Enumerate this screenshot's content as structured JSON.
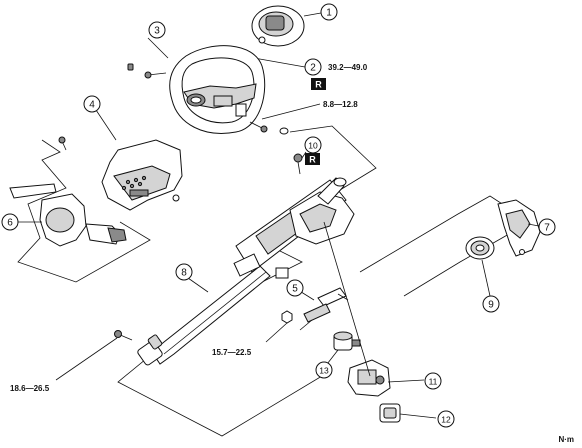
{
  "callouts": [
    {
      "id": "c1",
      "number": "1"
    },
    {
      "id": "c2",
      "number": "2"
    },
    {
      "id": "c3",
      "number": "3"
    },
    {
      "id": "c4",
      "number": "4"
    },
    {
      "id": "c5",
      "number": "5"
    },
    {
      "id": "c6",
      "number": "6"
    },
    {
      "id": "c7",
      "number": "7"
    },
    {
      "id": "c8",
      "number": "8"
    },
    {
      "id": "c9",
      "number": "9"
    },
    {
      "id": "c10",
      "number": "10"
    },
    {
      "id": "c11",
      "number": "11"
    },
    {
      "id": "c12",
      "number": "12"
    },
    {
      "id": "c13",
      "number": "13"
    }
  ],
  "torques": {
    "nut_steering_wheel": "39.2—49.0",
    "screw_airbag": "8.8—12.8",
    "bolt_column_mount": "15.7—22.5",
    "bolt_universal_joint": "18.6—26.5"
  },
  "replace_markers": [
    "R",
    "R"
  ],
  "unit_label": "N·m"
}
